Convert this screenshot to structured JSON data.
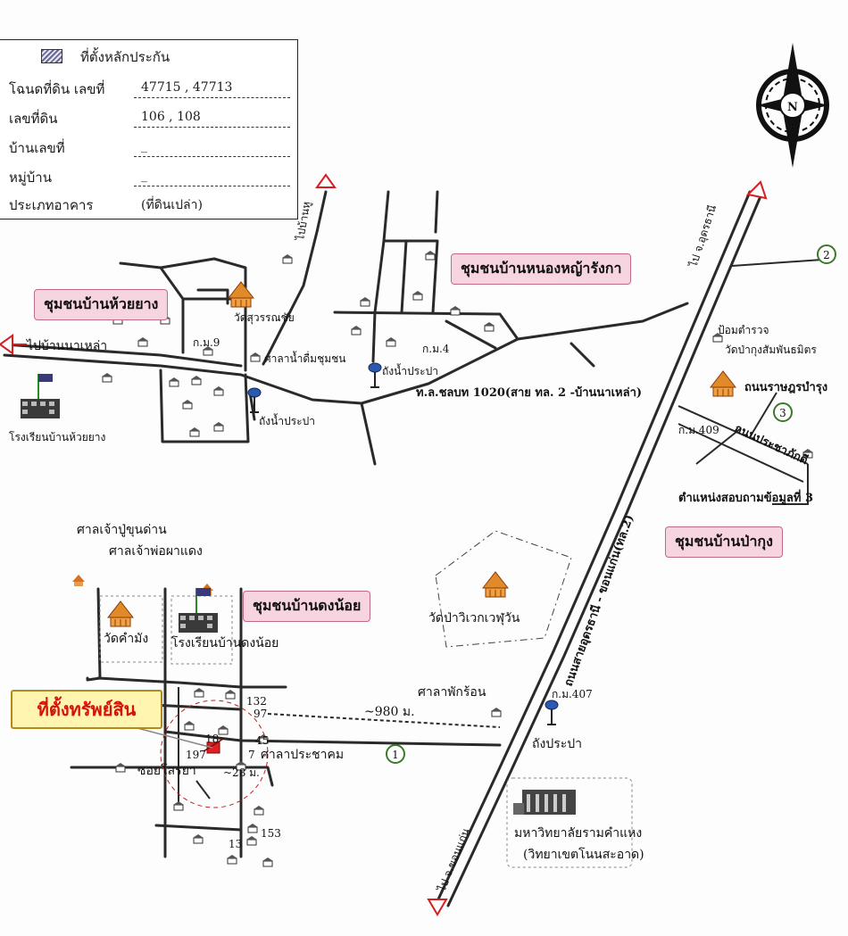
{
  "legend": {
    "header": "ที่ตั้งหลักประกัน",
    "rows": [
      {
        "label": "โฉนดที่ดิน เลขที่",
        "value": "47715 , 47713"
      },
      {
        "label": "เลขที่ดิน",
        "value": "106 , 108"
      },
      {
        "label": "บ้านเลขที่",
        "value": "_"
      },
      {
        "label": "หมู่บ้าน",
        "value": "_"
      },
      {
        "label": "ประเภทอาคาร",
        "value": "(ที่ดินเปล่า)"
      }
    ]
  },
  "compass": {
    "letter": "N"
  },
  "communities": {
    "huai_yang": "ชุมชนบ้านห้วยยาง",
    "nong_ya_rang_ka": "ชุมชนบ้านหนองหญ้ารังกา",
    "pa_kung": "ชุมชนบ้านป่ากุง",
    "dong_noi": "ชุมชนบ้านดงน้อย"
  },
  "property_tag": "ที่ตั้งทรัพย์สิน",
  "labels": {
    "to_ban_na_lao": "ไปบ้านนาเหล่า",
    "to_side_road": "ไปบ้านหู",
    "school_huai_yang": "โรงเรียนบ้านห้วยยาง",
    "wat_suwan": "วัดสุวรรณชัย",
    "km9": "ก.ม.9",
    "sala_drink": "ศาลาน้ำดื่มชุมชน",
    "tank1": "ถังน้ำประปา",
    "km4": "ก.ม.4",
    "tank2": "ถังน้ำประปา",
    "road_1020": "ท.ล.ชลบท 1020(สาย ทล. 2 -บ้านนาเหล่า)",
    "to_udon": "ไป จ.อุดรธานี",
    "marker2": "2",
    "police": "ป้อมตำรวจ",
    "wat_pa_kung": "วัดป่ากุงสัมพันธมิตร",
    "road_rat": "ถนนราษฎรบำรุง",
    "marker3": "3",
    "km409": "ก.ม.409",
    "road_prachapakdi": "ถนนประชาภักดี",
    "survey3": "ตำแหน่งสอบถามข้อมูลที่ 3",
    "highway": "ถนนสายอุดรธานี - ขอนแก่น(ทล.2)",
    "shrine1": "ศาลเจ้าปู่ขุนด่าน",
    "shrine2": "ศาลเจ้าพ่อผาแดง",
    "wat_kham_mang": "วัดคำมัง",
    "school_dong_noi": "โรงเรียนบ้านดงน้อย",
    "wat_pa_wiwek": "วัดป่าวิเวกเวฬุวัน",
    "km407": "ก.ม.407",
    "sala_rest": "ศาลาพักร้อน",
    "distance": "~980 ม.",
    "tank3": "ถังประปา",
    "marker1": "1",
    "n132": "132",
    "n97": "97",
    "n18": "18",
    "n45": "45",
    "n197": "197",
    "n7": "7",
    "sala_community": "ศาลาประชาคม",
    "soi": "ซอยโสรยา",
    "dist28": "~28 ม.",
    "n153": "153",
    "n13": "13",
    "university": "มหาวิทยาลัยรามคำแหง",
    "university_campus": "(วิทยาเขตโนนสะอาด)",
    "to_khon_kaen": "ไป จ.ขอนแก่น"
  },
  "colors": {
    "tag_bg": "#f6d5e0",
    "tag_border": "#c06a86",
    "property_bg": "#fff4b0",
    "property_text": "#d4140a",
    "arrow": "#d42020",
    "marker_ring": "#3a7a2a",
    "temple": "#d8731c",
    "water_tank": "#2a5ab0"
  }
}
